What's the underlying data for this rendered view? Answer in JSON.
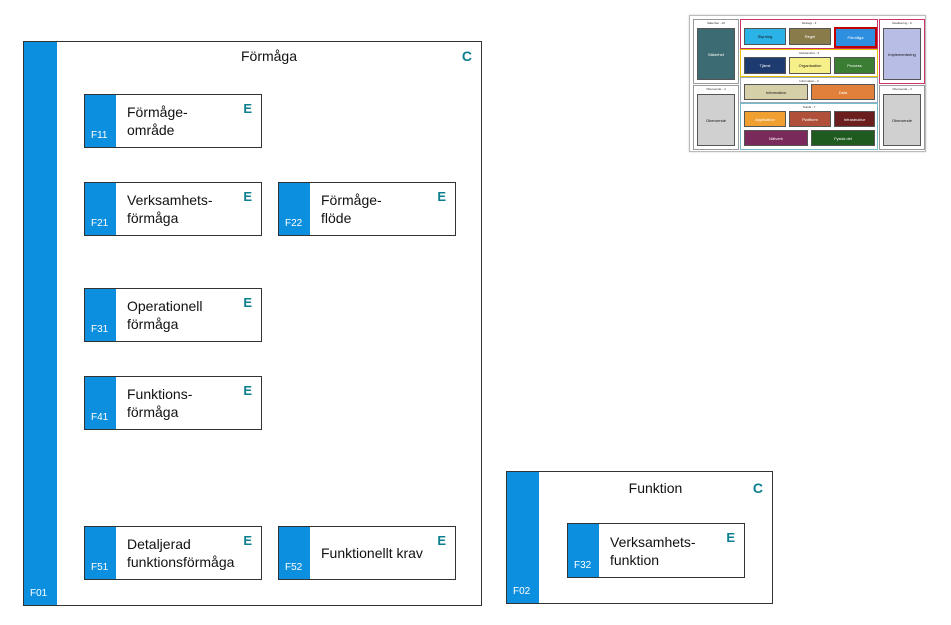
{
  "main_container": {
    "title": "Förmåga",
    "type_letter": "C",
    "code": "F01"
  },
  "entities": [
    {
      "code": "F11",
      "label": "Förmåge-\nområde",
      "type_letter": "E"
    },
    {
      "code": "F21",
      "label": "Verksamhets-\nförmåga",
      "type_letter": "E"
    },
    {
      "code": "F22",
      "label": "Förmåge-\nflöde",
      "type_letter": "E"
    },
    {
      "code": "F31",
      "label": "Operationell\nförmåga",
      "type_letter": "E"
    },
    {
      "code": "F41",
      "label": "Funktions-\nförmåga",
      "type_letter": "E"
    },
    {
      "code": "F51",
      "label": "Detaljerad\nfunktionsförmåga",
      "type_letter": "E"
    },
    {
      "code": "F52",
      "label": "Funktionellt krav",
      "type_letter": "E"
    }
  ],
  "second_container": {
    "title": "Funktion",
    "type_letter": "C",
    "code": "F02",
    "entity": {
      "code": "F32",
      "label": "Verksamhets-\nfunktion",
      "type_letter": "E"
    }
  },
  "thumbnail": {
    "left_top_caption": "Säkerhet - 10",
    "left_top_box": "Säkerhet",
    "left_bottom_caption": "Oberoende - 4",
    "left_bottom_box": "Oberoende",
    "right_top_caption": "Realisering - 9",
    "right_top_box": "Implementering",
    "right_bottom_caption": "Oberoende - 4",
    "right_bottom_box": "Oberoende",
    "group1_caption": "Strategi - 3",
    "group1_boxes": [
      "Styrning",
      "Regel",
      "Förmåga"
    ],
    "group2_caption": "Verksamhet - 3",
    "group2_boxes": [
      "Tjänst",
      "Organisation",
      "Process"
    ],
    "group3_caption": "Information - 2",
    "group3_boxes": [
      "Information",
      "Data"
    ],
    "group4_caption": "Teknik - 7",
    "group4_boxes": [
      "Applikation",
      "Plattform",
      "Infrastruktur",
      "Nätverk",
      "Fysisk del"
    ],
    "colors": {
      "accent_blue": "#0d8fe0",
      "type_letter": "#0b7f8f",
      "selected_outline": "#c00000"
    }
  }
}
